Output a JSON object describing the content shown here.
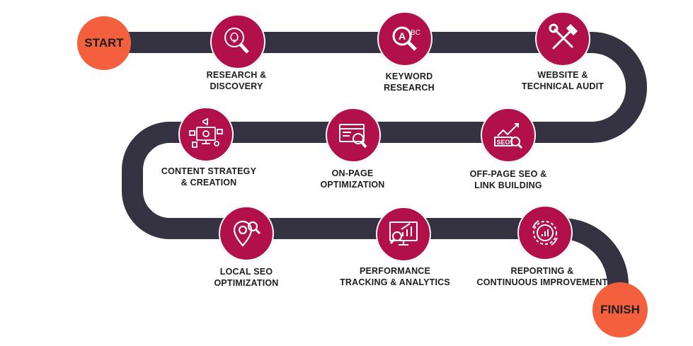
{
  "colors": {
    "track": "#353241",
    "node": "#b1104a",
    "terminal": "#f4603e",
    "text": "#1d1d1d"
  },
  "start_label": "START",
  "finish_label": "FINISH",
  "steps": [
    {
      "line1": "RESEARCH &",
      "line2": "DISCOVERY",
      "icon": "lightbulb-magnifier-icon"
    },
    {
      "line1": "KEYWORD",
      "line2": "RESEARCH",
      "icon": "abc-magnifier-icon"
    },
    {
      "line1": "WEBSITE &",
      "line2": "TECHNICAL AUDIT",
      "icon": "hammer-wrench-icon"
    },
    {
      "line1": "CONTENT STRATEGY",
      "line2": "& CREATION",
      "icon": "content-marketing-icon"
    },
    {
      "line1": "ON-PAGE",
      "line2": "OPTIMIZATION",
      "icon": "webpage-search-icon"
    },
    {
      "line1": "OFF-PAGE SEO &",
      "line2": "LINK BUILDING",
      "icon": "seo-growth-icon"
    },
    {
      "line1": "LOCAL SEO",
      "line2": "OPTIMIZATION",
      "icon": "location-pin-search-icon"
    },
    {
      "line1": "PERFORMANCE",
      "line2": "TRACKING & ANALYTICS",
      "icon": "monitor-chart-icon"
    },
    {
      "line1": "REPORTING &",
      "line2": "CONTINUOUS IMPROVEMENT",
      "icon": "gear-chart-icon"
    }
  ]
}
